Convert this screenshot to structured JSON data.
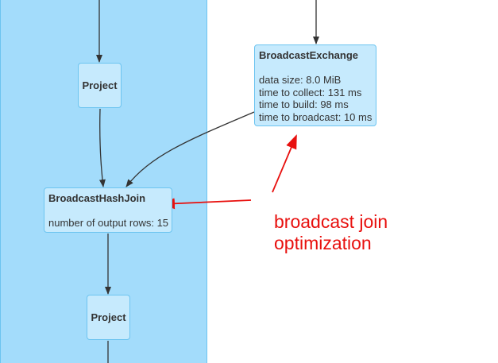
{
  "nodes": {
    "project_top": {
      "title": "Project"
    },
    "broadcast_exchange": {
      "title": "BroadcastExchange",
      "metrics": [
        "data size: 8.0 MiB",
        "time to collect: 131 ms",
        "time to build: 98 ms",
        "time to broadcast: 10 ms"
      ]
    },
    "broadcast_hash_join": {
      "title": "BroadcastHashJoin",
      "metrics": [
        "number of output rows: 15"
      ]
    },
    "project_bottom": {
      "title": "Project"
    }
  },
  "annotation": {
    "lines": [
      "broadcast join",
      "optimization"
    ],
    "color": "#e8100e"
  },
  "colors": {
    "cluster_fill": "#a3dcfb",
    "node_fill": "#c6eafd",
    "node_border": "#6cc4f0",
    "edge": "#333333"
  }
}
